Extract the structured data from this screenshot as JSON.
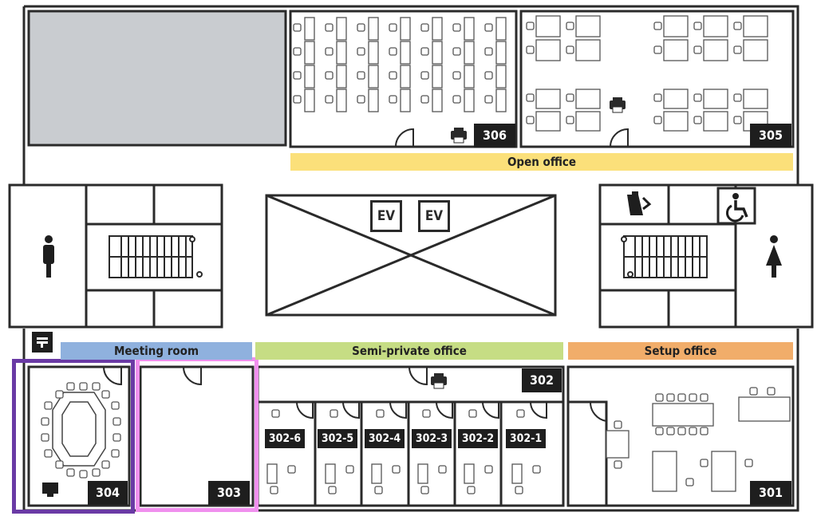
{
  "zones": {
    "open_office": "Open office",
    "meeting_room": "Meeting room",
    "semi_private_office": "Semi-private office",
    "setup_office": "Setup office"
  },
  "rooms": {
    "r306": "306",
    "r305": "305",
    "r304": "304",
    "r303": "303",
    "r302": "302",
    "r301": "301",
    "booths": [
      "302-6",
      "302-5",
      "302-4",
      "302-3",
      "302-2",
      "302-1"
    ]
  },
  "elevators": [
    "EV",
    "EV"
  ],
  "colors": {
    "open_office_band": "#fbe07a",
    "meeting_room_band": "#8fb1de",
    "semi_private_band": "#c6dd84",
    "setup_office_band": "#f1ad6a",
    "selected_304": "#6a3aa5",
    "selected_303": "#f090ee",
    "wall": "#2a2a2a",
    "void": "#c9ccd0"
  },
  "icons": [
    "printer-icon",
    "restroom-male-icon",
    "restroom-female-icon",
    "accessible-icon",
    "kettle-icon",
    "mailbox-icon",
    "monitor-icon"
  ]
}
